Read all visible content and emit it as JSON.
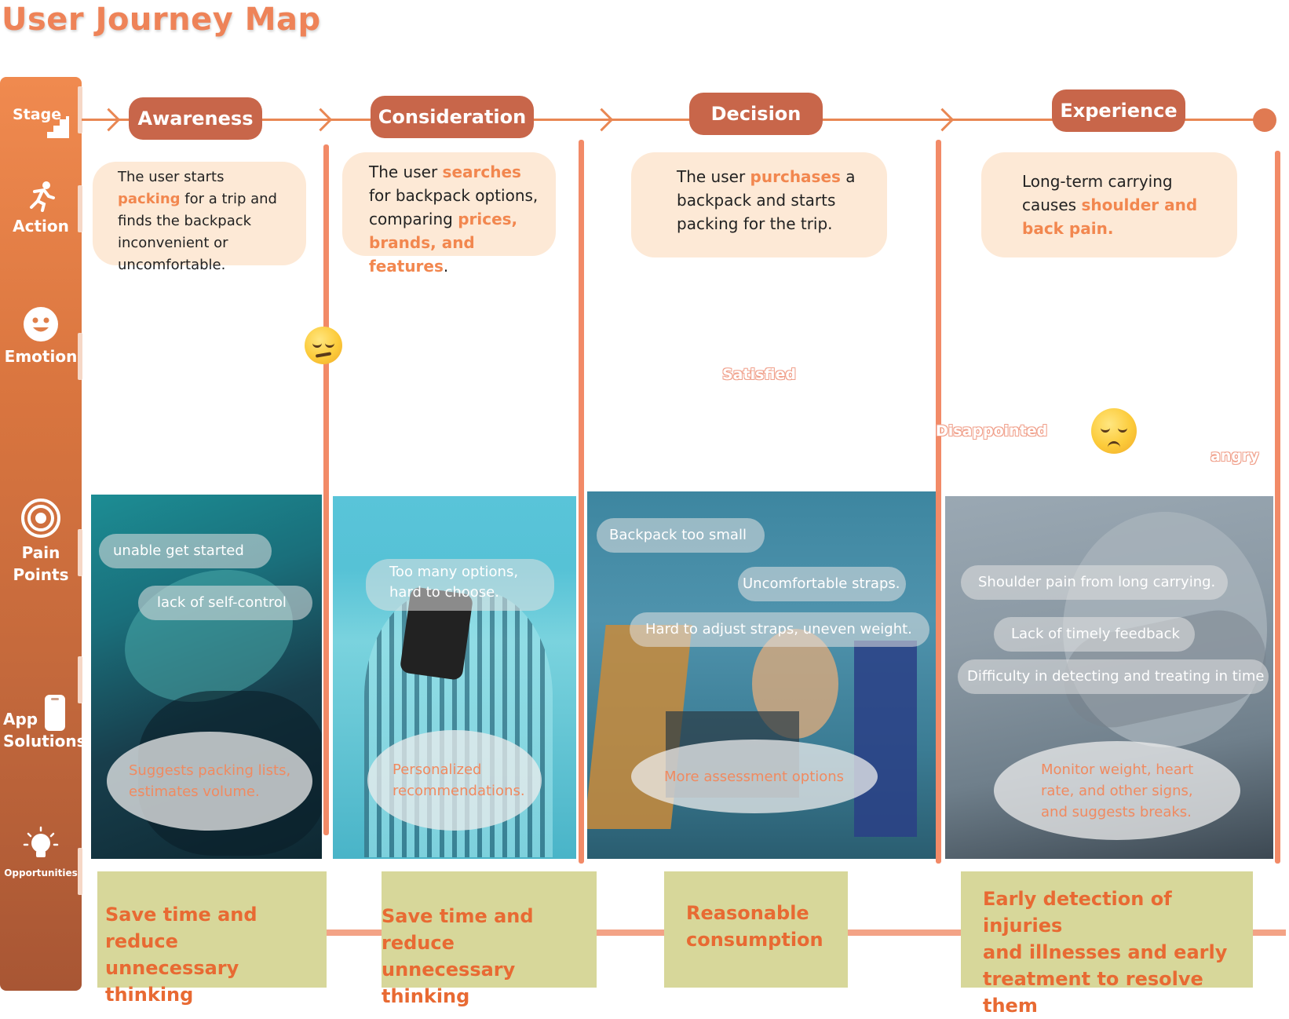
{
  "title": "User Journey Map",
  "rows": {
    "stage": "Stage",
    "action": "Action",
    "emotion": "Emotion",
    "pain_points_1": "Pain",
    "pain_points_2": "Points",
    "app_solutions_1": "App",
    "app_solutions_2": "Solutions",
    "opportunities": "Opportunities"
  },
  "stages": [
    "Awareness",
    "Consideration",
    "Decision",
    "Experience"
  ],
  "actions": {
    "awareness": {
      "t1": "The user starts ",
      "h1": "packing",
      "t2": " for a trip and finds the backpack inconvenient or uncomfortable."
    },
    "consideration": {
      "t1": "The user ",
      "h1": "searches",
      "t2": " for backpack options, comparing ",
      "h2": "prices, brands, and features",
      "t3": "."
    },
    "decision": {
      "t1": "The user ",
      "h1": "purchases",
      "t2": " a backpack and starts packing for the trip."
    },
    "experience": {
      "t1": "Long-term carrying causes ",
      "h1": "shoulder and back pain."
    }
  },
  "emotions": {
    "satisfied": "Satisfied",
    "disappointed": "Disappointed",
    "angry": "angry"
  },
  "pain_points": {
    "awareness": [
      "unable get started",
      "lack of self-control"
    ],
    "consideration": [
      "Too many options, hard to choose."
    ],
    "decision": [
      "Backpack too small",
      "Uncomfortable straps.",
      "Hard to adjust straps, uneven weight."
    ],
    "experience": [
      "Shoulder pain from long carrying.",
      "Lack of timely feedback",
      "Difficulty in detecting and treating in time"
    ]
  },
  "solutions": {
    "awareness": [
      "Suggests packing lists,",
      "estimates volume."
    ],
    "consideration": [
      "Personalized",
      "recommendations."
    ],
    "decision": [
      "More assessment options"
    ],
    "experience": [
      "Monitor weight, heart",
      "rate, and other signs,",
      "and  suggests breaks."
    ]
  },
  "opportunities": {
    "awareness": [
      "Save time and reduce",
      "unnecessary thinking"
    ],
    "consideration": [
      "Save time and reduce",
      "unnecessary thinking"
    ],
    "decision": [
      "Reasonable",
      "consumption"
    ],
    "experience": [
      "Early detection of injuries",
      "and illnesses and early",
      "treatment to resolve them"
    ]
  },
  "colors": {
    "accent": "#ee8358",
    "stage_pill": "#c8664a",
    "action_bg": "#fde9d6",
    "opportunity_bg": "#d7d79a",
    "opportunity_text": "#e86a33"
  }
}
